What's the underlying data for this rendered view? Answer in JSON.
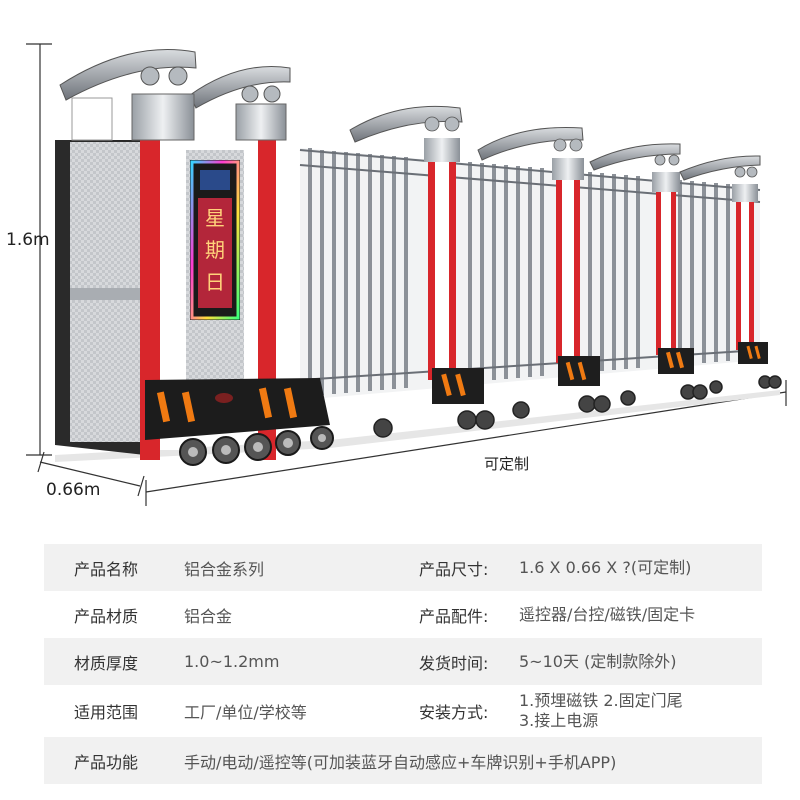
{
  "dimensions": {
    "height_label": "1.6m",
    "depth_label": "0.66m",
    "length_label": "可定制"
  },
  "display_panel": {
    "chars": [
      "星",
      "期",
      "日"
    ]
  },
  "specs": {
    "row1": {
      "label_a": "产品名称",
      "value_a": "铝合金系列",
      "label_b": "产品尺寸:",
      "value_b": "1.6 X 0.66 X ?(可定制)"
    },
    "row2": {
      "label_a": "产品材质",
      "value_a": "铝合金",
      "label_b": "产品配件:",
      "value_b": "遥控器/台控/磁铁/固定卡"
    },
    "row3": {
      "label_a": "材质厚度",
      "value_a": "1.0~1.2mm",
      "label_b": "发货时间:",
      "value_b": "5~10天 (定制款除外)"
    },
    "row4": {
      "label_a": "适用范围",
      "value_a": "工厂/单位/学校等",
      "label_b": "安装方式:",
      "value_b_line1": "1.预埋磁铁 2.固定门尾",
      "value_b_line2": "3.接上电源"
    },
    "row5": {
      "label_a": "产品功能",
      "value_a": "手动/电动/遥控等(可加装蓝牙自动感应+车牌识别+手机APP)"
    }
  },
  "colors": {
    "accent_red": "#d8262b",
    "row_shade": "#f1f1f1",
    "metal_dark": "#5a5e64",
    "metal_light": "#d6d9dd"
  }
}
